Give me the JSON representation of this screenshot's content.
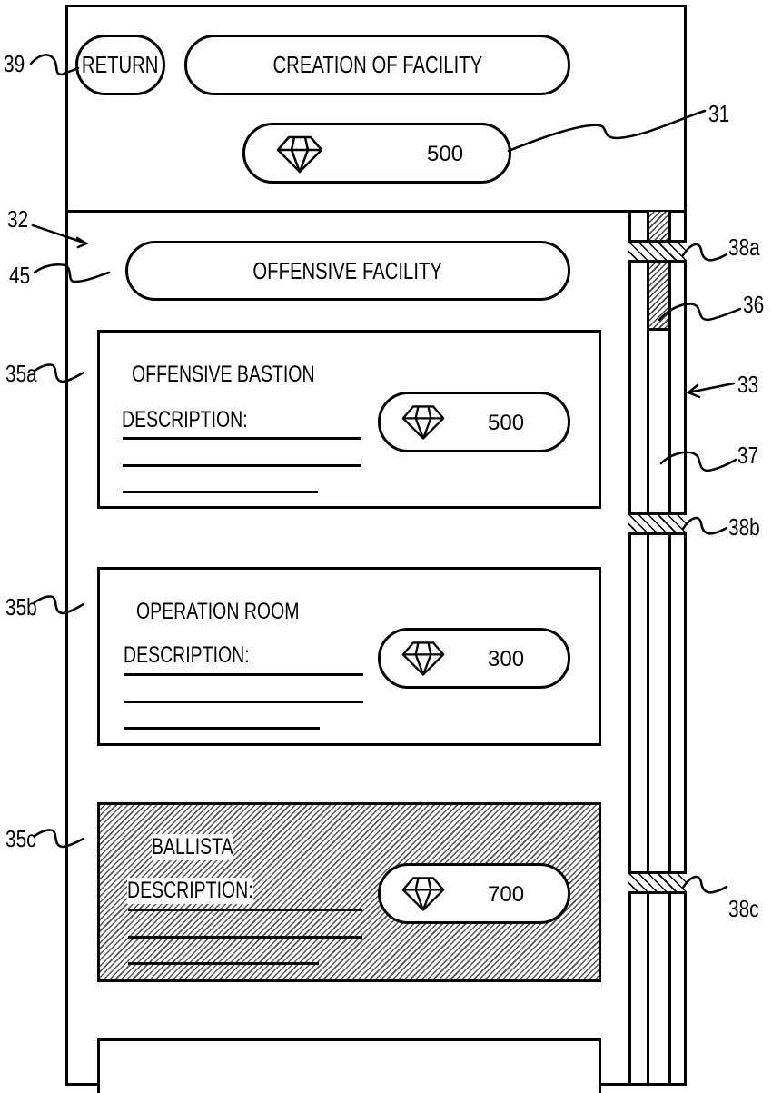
{
  "header": {
    "return_button": "RETURN",
    "title": "CREATION OF FACILITY",
    "currency": {
      "icon": "gem-icon",
      "value": "500"
    }
  },
  "category": {
    "label": "OFFENSIVE FACILITY"
  },
  "facilities": [
    {
      "name": "OFFENSIVE BASTION",
      "description_label": "DESCRIPTION:",
      "cost_icon": "gem-icon",
      "cost": "500",
      "state": "available"
    },
    {
      "name": "OPERATION ROOM",
      "description_label": "DESCRIPTION:",
      "cost_icon": "gem-icon",
      "cost": "300",
      "state": "available"
    },
    {
      "name": "BALLISTA",
      "description_label": "DESCRIPTION:",
      "cost_icon": "gem-icon",
      "cost": "700",
      "state": "unavailable-hatched"
    }
  ],
  "reference_labels": {
    "return": "39",
    "currency": "31",
    "scroll_area": "32",
    "category": "45",
    "card_a": "35a",
    "card_b": "35b",
    "card_c": "35c",
    "scrollbar": "33",
    "thumb": "36",
    "track": "37",
    "marker_a": "38a",
    "marker_b": "38b",
    "marker_c": "38c"
  }
}
